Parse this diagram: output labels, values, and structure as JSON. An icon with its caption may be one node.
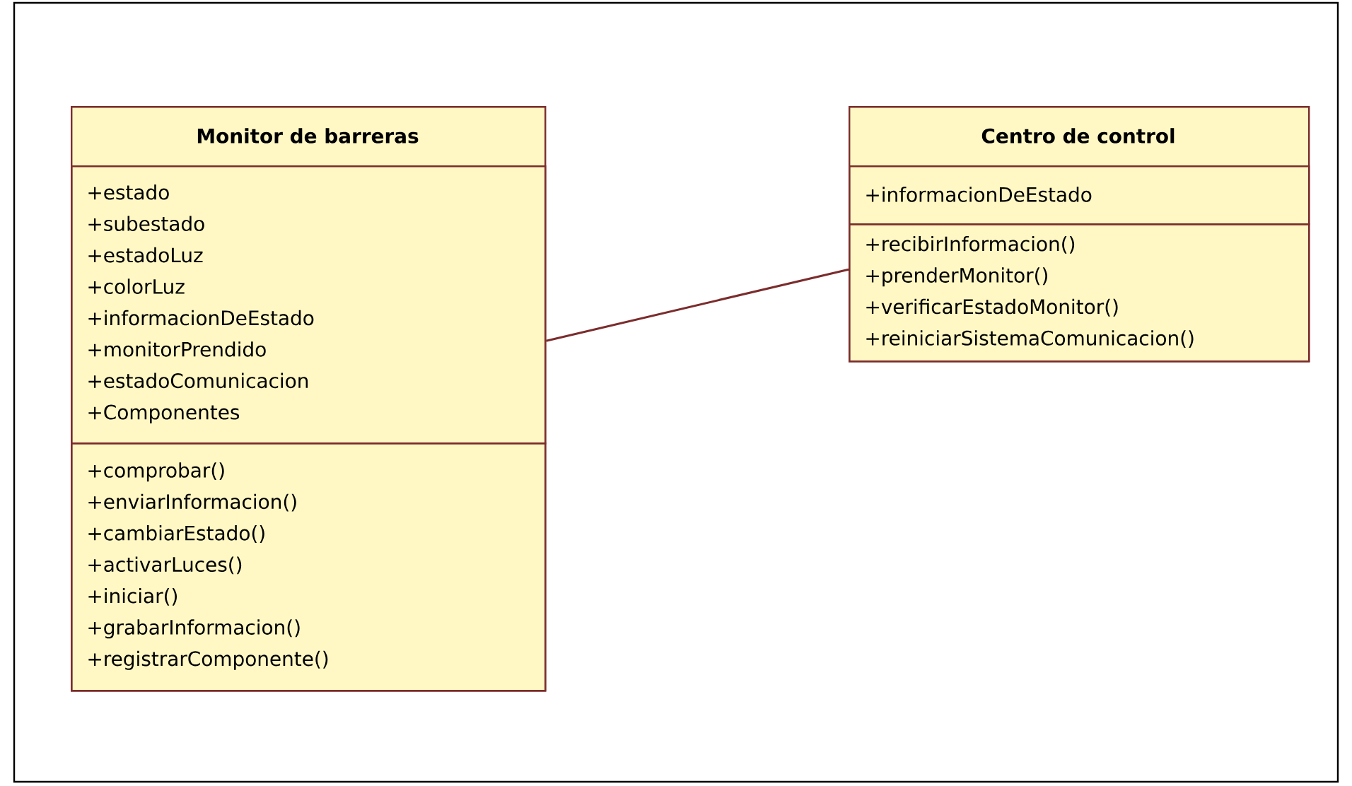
{
  "diagram": {
    "nodes": [
      {
        "text": [
          "Monitor de barreras"
        ]
      },
      {
        "text": [
          "+estado",
          "+subestado",
          "+estadoLuz",
          "+colorLuz",
          "+informacionDeEstado",
          "+monitorPrendido",
          "+estadoComunicacion",
          "+Componentes"
        ],
        "in": 0
      },
      {
        "text": [
          "+comprobar()",
          "+enviarInformacion()",
          "+cambiarEstado()",
          "+activarLuces()",
          "+iniciar()",
          "+grabarInformacion()",
          "+registrarComponente()"
        ],
        "in": 0
      },
      {
        "text": [
          "Centro de control"
        ]
      },
      {
        "text": [
          "+informacionDeEstado"
        ],
        "in": 3
      },
      {
        "text": [
          "+recibirInformacion()",
          "+prenderMonitor()",
          "+verificarEstadoMonitor()",
          "+reiniciarSistemaComunicacion()"
        ],
        "in": 3
      }
    ],
    "edges": [
      {
        "from": 0,
        "to": 3,
        "arrow": "none"
      }
    ]
  }
}
